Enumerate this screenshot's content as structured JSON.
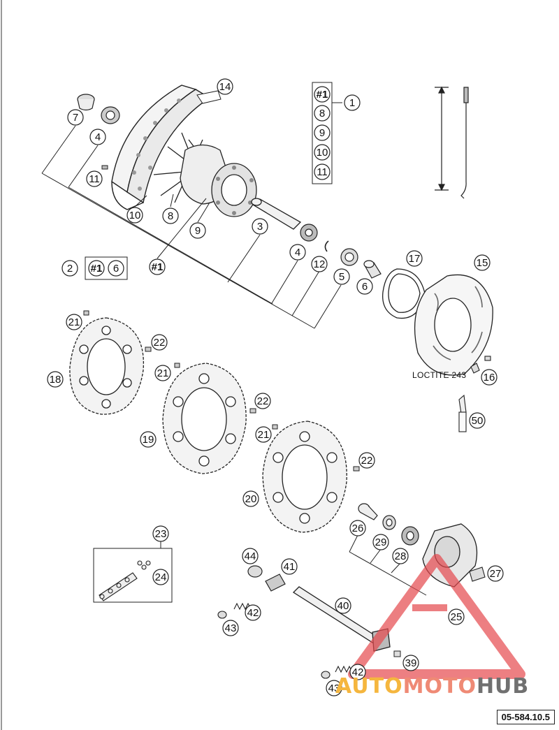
{
  "drawing_number": "05-584.10.5",
  "loctite_label": "LOCTITE 243",
  "watermark": {
    "part1": "AUTO",
    "part2": "MOTO",
    "part3": "HUB"
  },
  "kit_group_1": [
    "#1",
    "8",
    "9",
    "10",
    "11"
  ],
  "kit_group_1_ref": "1",
  "kit_group_2_ref": "2",
  "kit_group_2": [
    "#1",
    "6"
  ],
  "callouts": [
    "14",
    "7",
    "4",
    "11",
    "10",
    "8",
    "9",
    "#1",
    "3",
    "4",
    "12",
    "5",
    "6",
    "17",
    "15",
    "21",
    "22",
    "18",
    "21",
    "16",
    "50",
    "19",
    "22",
    "21",
    "20",
    "22",
    "26",
    "29",
    "28",
    "27",
    "23",
    "24",
    "44",
    "41",
    "42",
    "40",
    "43",
    "25",
    "39",
    "42",
    "43"
  ]
}
